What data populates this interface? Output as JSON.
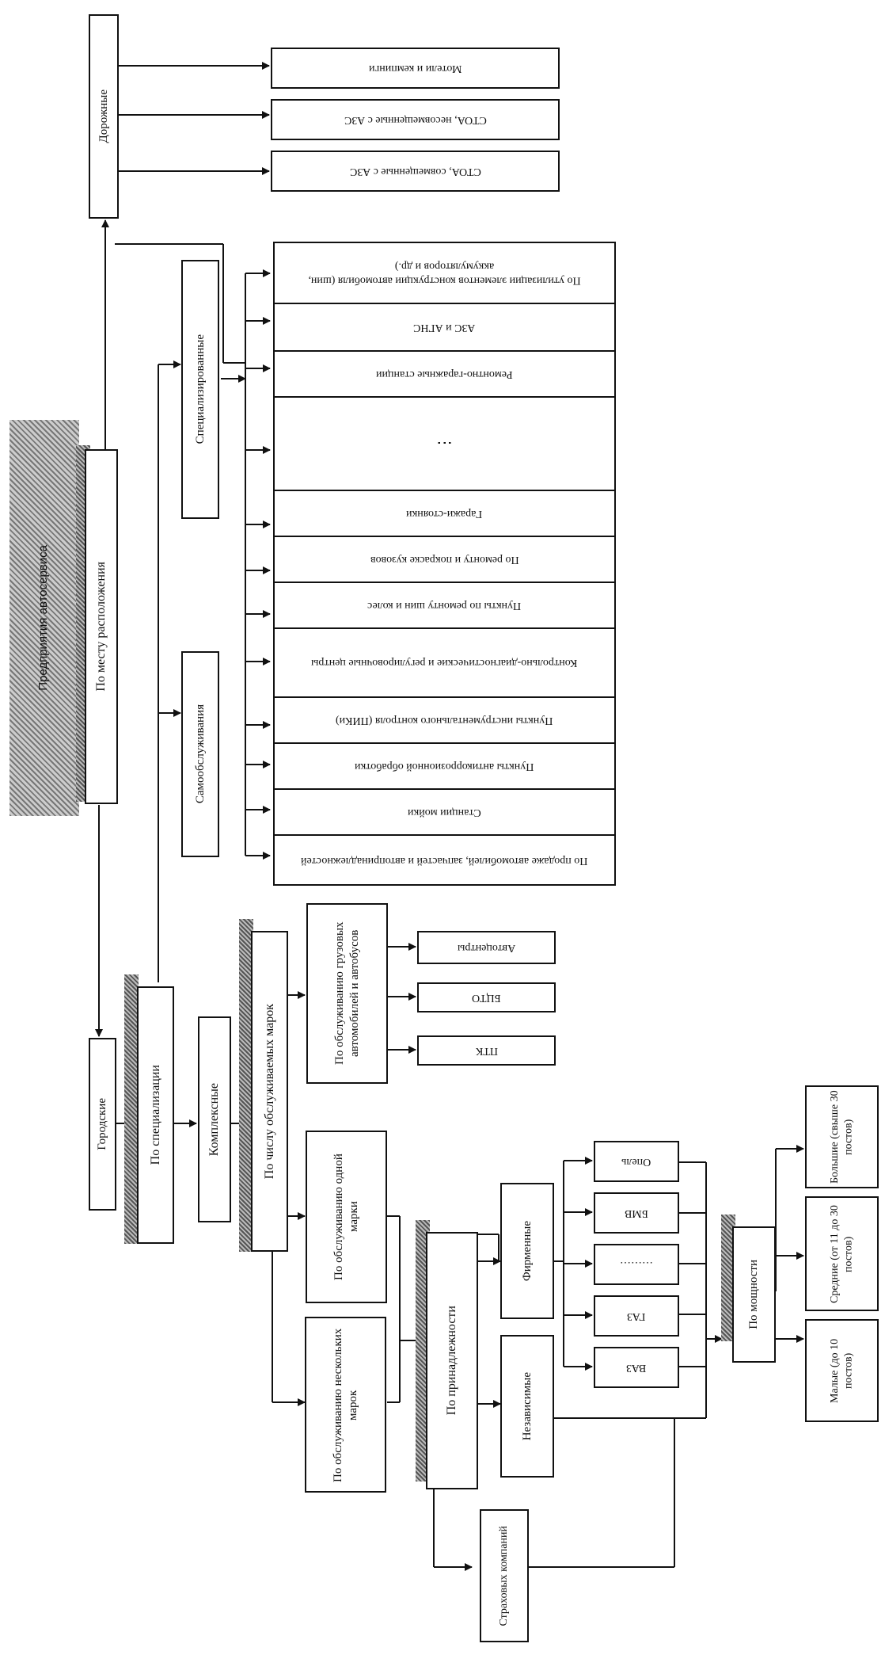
{
  "title": "Предприятия автосервиса",
  "by_location": {
    "label": "По месту расположения",
    "road": {
      "label": "Дорожные",
      "children": [
        "Мотели и кемпинги",
        "СТОА, несовмещенные с АЗС",
        "СТОА, совмещенные с АЗС"
      ]
    },
    "city": {
      "label": "Городские"
    }
  },
  "by_specialization": {
    "label": "По специализации",
    "self_service": "Самообслуживания",
    "specialized": "Специализированные",
    "complex": "Комплексные",
    "specialized_list": [
      "По утилизации элементов конструкции автомобиля (шин, аккумуляторов и др.)",
      "АЗС и АГНС",
      "Ремонтно-гаражные станции",
      "⋮",
      "Гаражи-стоянки",
      "По ремонту и покраске кузовов",
      "Пункты по ремонту шин и колес",
      "Контрольно-диагностические и регулировочные центры",
      "Пункты инструментального контроля (ПИКи)",
      "Пункты антикоррозионной обработки",
      "Станции мойки",
      "По продаже автомобилей, запчастей и автопринадлежностей"
    ]
  },
  "by_brands": {
    "label": "По числу обслуживаемых марок",
    "trucks": {
      "label": "По обслуживанию грузовых автомобилей и автобусов",
      "children": [
        "Автоцентры",
        "БЦТО",
        "ПТК"
      ]
    },
    "one_brand": "По обслуживанию одной марки",
    "several_brands": "По обслуживанию нескольких марок"
  },
  "by_ownership": {
    "label": "По принадлежности",
    "branded": "Фирменные",
    "independent": "Независимые",
    "insurance": "Страховых компаний",
    "brands": [
      "Опель",
      "БМВ",
      "………",
      "ГАЗ",
      "ВАЗ"
    ]
  },
  "by_capacity": {
    "label": "По мощности",
    "children": [
      "Большие (свыше 30 постов)",
      "Средние (от 11 до 30 постов)",
      "Малые (до 10 постов)"
    ]
  }
}
